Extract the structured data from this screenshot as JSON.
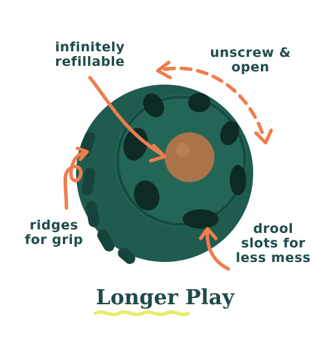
{
  "annotations": {
    "refillable": [
      "infinitely",
      "refillable"
    ],
    "unscrew": [
      "unscrew &",
      "open"
    ],
    "ridges": [
      "ridges",
      "for grip"
    ],
    "drool": [
      "drool",
      "slots for",
      "less mess"
    ]
  },
  "headline": "Longer Play",
  "colors": {
    "ball": "#1f5b4f",
    "ball_dark": "#16443c",
    "treat": "#a9744a",
    "arrow": "#ee7d4e",
    "text": "#1f4a4a",
    "underline": "#e8ec6a"
  }
}
